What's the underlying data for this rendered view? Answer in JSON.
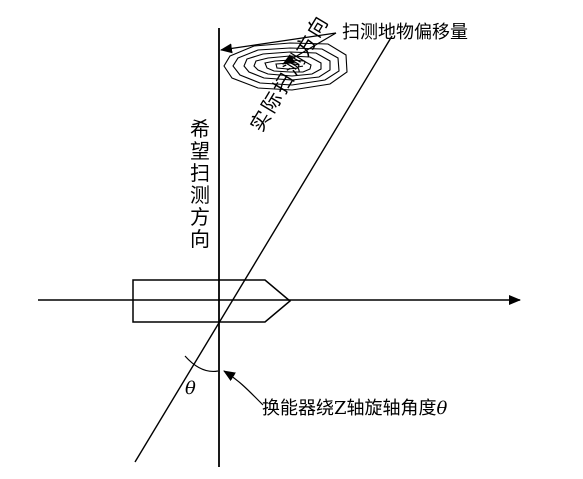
{
  "labels": {
    "offset_label": "扫测地物偏移量",
    "expected_direction": "希望扫测方向",
    "actual_direction": "实际扫测方向",
    "rotation_label": "换能器绕Z轴旋轴角度",
    "theta_symbol": "θ"
  }
}
